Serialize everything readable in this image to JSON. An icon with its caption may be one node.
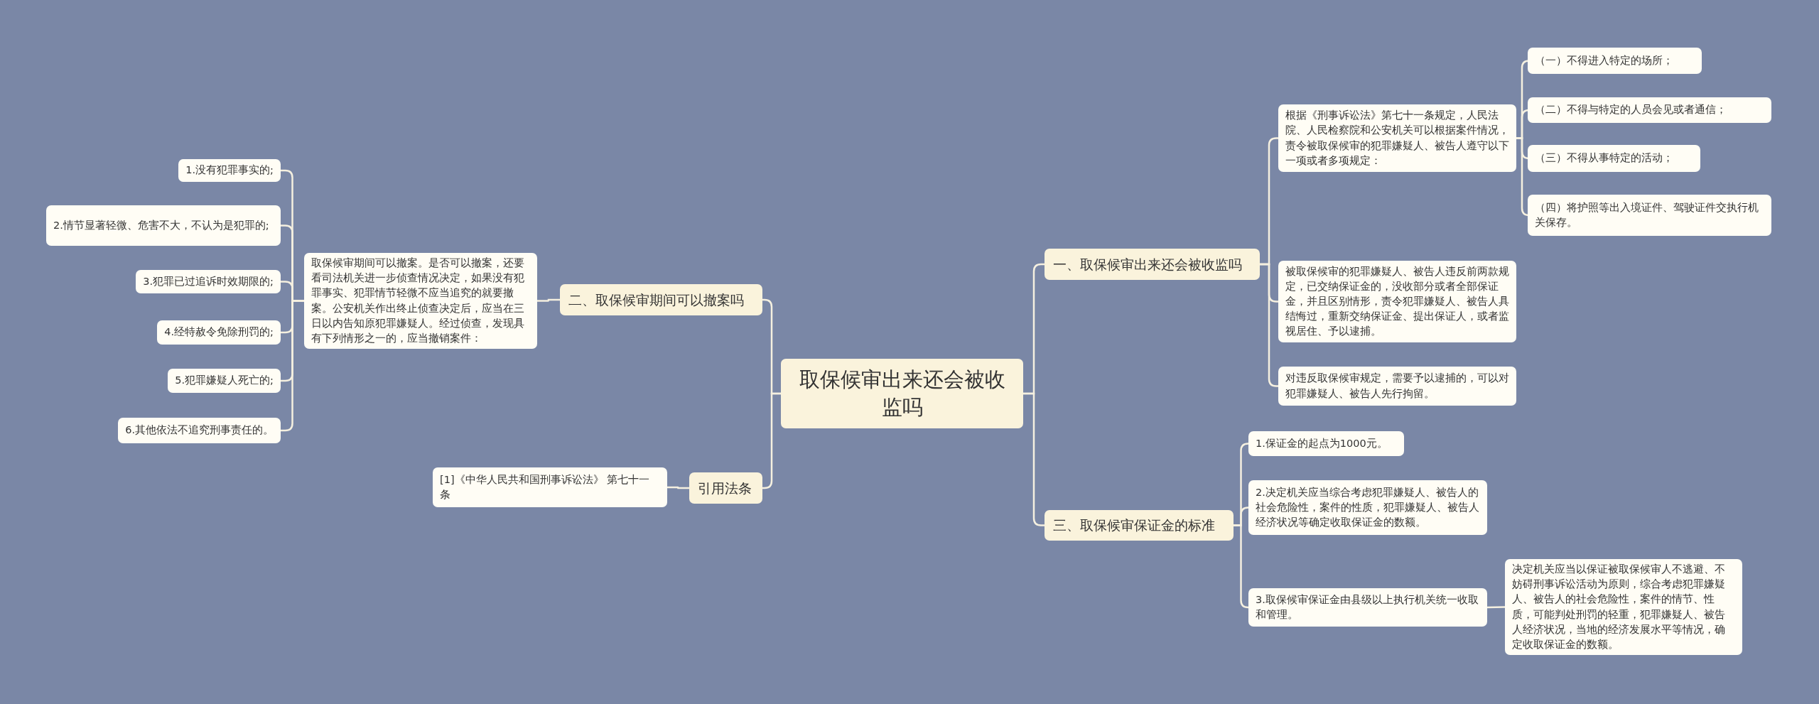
{
  "diagram": {
    "nodes": [
      {
        "text": [
          "取保候审出来还会被收监吗"
        ]
      },
      {
        "text": [
          "一、取保候审出来还会被收监吗"
        ]
      },
      {
        "text": [
          "根据《刑事诉讼法》第七十一条规定，人民法院、人民检察院和公安机关可以根据案件情况，责令被取保候审的犯罪嫌疑人、被告人遵守以下一项或者多项规定："
        ]
      },
      {
        "text": [
          "（一）不得进入特定的场所；"
        ]
      },
      {
        "text": [
          "（二）不得与特定的人员会见或者通信；"
        ]
      },
      {
        "text": [
          "（三）不得从事特定的活动；"
        ]
      },
      {
        "text": [
          "（四）将护照等出入境证件、驾驶证件交执行机关保存。"
        ]
      },
      {
        "text": [
          "被取保候审的犯罪嫌疑人、被告人违反前两款规定，已交纳保证金的，没收部分或者全部保证金，并且区别情形，责令犯罪嫌疑人、被告人具结悔过，重新交纳保证金、提出保证人，或者监视居住、予以逮捕。"
        ]
      },
      {
        "text": [
          "对违反取保候审规定，需要予以逮捕的，可以对犯罪嫌疑人、被告人先行拘留。"
        ]
      },
      {
        "text": [
          "三、取保候审保证金的标准"
        ]
      },
      {
        "text": [
          "1.保证金的起点为1000元。"
        ]
      },
      {
        "text": [
          "2.决定机关应当综合考虑犯罪嫌疑人、被告人的社会危险性，案件的性质，犯罪嫌疑人、被告人经济状况等确定收取保证金的数额。"
        ]
      },
      {
        "text": [
          "3.取保候审保证金由县级以上执行机关统一收取和管理。"
        ]
      },
      {
        "text": [
          "决定机关应当以保证被取保候审人不逃避、不妨碍刑事诉讼活动为原则，综合考虑犯罪嫌疑人、被告人的社会危险性，案件的情节、性质，可能判处刑罚的轻重，犯罪嫌疑人、被告人经济状况，当地的经济发展水平等情况，确定收取保证金的数额。"
        ]
      },
      {
        "text": [
          "二、取保候审期间可以撤案吗"
        ]
      },
      {
        "text": [
          "取保候审期间可以撤案。是否可以撤案，还要看司法机关进一步侦查情况决定，如果没有犯罪事实、犯罪情节轻微不应当追究的就要撤案。公安机关作出终止侦查决定后，应当在三日以内告知原犯罪嫌疑人。经过侦查，发现具有下列情形之一的，应当撤销案件："
        ]
      },
      {
        "text": [
          "1.没有犯罪事实的;"
        ]
      },
      {
        "text": [
          "2.情节显著轻微、危害不大，不认为是犯罪的;"
        ]
      },
      {
        "text": [
          "3.犯罪已过追诉时效期限的;"
        ]
      },
      {
        "text": [
          "4.经特赦令免除刑罚的;"
        ]
      },
      {
        "text": [
          "5.犯罪嫌疑人死亡的;"
        ]
      },
      {
        "text": [
          "6.其他依法不追究刑事责任的。"
        ]
      },
      {
        "text": [
          "引用法条"
        ]
      },
      {
        "text": [
          "[1]《中华人民共和国刑事诉讼法》 第七十一条"
        ]
      }
    ],
    "edges": [
      {
        "from": 0,
        "to": 1,
        "arrow": "none"
      },
      {
        "from": 1,
        "to": 2,
        "arrow": "none"
      },
      {
        "from": 2,
        "to": 3,
        "arrow": "none"
      },
      {
        "from": 2,
        "to": 4,
        "arrow": "none"
      },
      {
        "from": 2,
        "to": 5,
        "arrow": "none"
      },
      {
        "from": 2,
        "to": 6,
        "arrow": "none"
      },
      {
        "from": 1,
        "to": 7,
        "arrow": "none"
      },
      {
        "from": 1,
        "to": 8,
        "arrow": "none"
      },
      {
        "from": 0,
        "to": 9,
        "arrow": "none"
      },
      {
        "from": 9,
        "to": 10,
        "arrow": "none"
      },
      {
        "from": 9,
        "to": 11,
        "arrow": "none"
      },
      {
        "from": 9,
        "to": 12,
        "arrow": "none"
      },
      {
        "from": 12,
        "to": 13,
        "arrow": "none"
      },
      {
        "from": 0,
        "to": 14,
        "arrow": "none"
      },
      {
        "from": 14,
        "to": 15,
        "arrow": "none"
      },
      {
        "from": 15,
        "to": 16,
        "arrow": "none"
      },
      {
        "from": 15,
        "to": 17,
        "arrow": "none"
      },
      {
        "from": 15,
        "to": 18,
        "arrow": "none"
      },
      {
        "from": 15,
        "to": 19,
        "arrow": "none"
      },
      {
        "from": 15,
        "to": 20,
        "arrow": "none"
      },
      {
        "from": 15,
        "to": 21,
        "arrow": "none"
      },
      {
        "from": 0,
        "to": 22,
        "arrow": "none"
      },
      {
        "from": 22,
        "to": 23,
        "arrow": "none"
      }
    ]
  }
}
